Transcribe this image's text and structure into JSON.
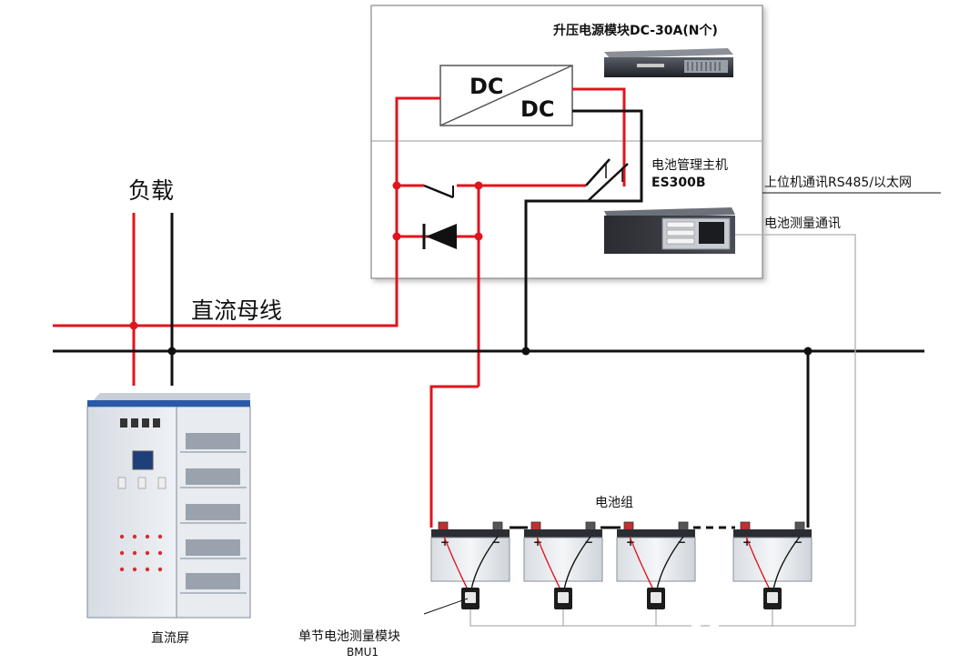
{
  "labels": {
    "load": "负载",
    "dc_bus": "直流母线",
    "boost_module": "升压电源模块DC-30A(N个)",
    "dc_top": "DC",
    "dc_bottom": "DC",
    "bms_host_line1": "电池管理主机",
    "bms_host_line2": "ES300B",
    "upper_comm": "上位机通讯RS485/以太网",
    "battery_comm": "电池测量通讯",
    "battery_group": "电池组",
    "dc_cabinet": "直流屏",
    "bmu_line1": "单节电池测量模块",
    "bmu_line2": "BMU1",
    "plus": "+",
    "minus": "−"
  },
  "colors": {
    "positive_wire": "#e0141e",
    "negative_wire": "#111111",
    "comm_wire": "#b0b0b0",
    "box_border": "#7a7a7a",
    "terminal_plus": "#b0308f",
    "terminal_minus": "#b0308f"
  },
  "icons": {
    "diode": "diode-icon",
    "switch": "switch-icon",
    "boost_module_device": "rack-unit-image",
    "bms_host_device": "server-chassis-image",
    "battery": "battery-icon",
    "bmu": "bmu-sensor-icon",
    "cabinet": "dc-cabinet-image"
  }
}
